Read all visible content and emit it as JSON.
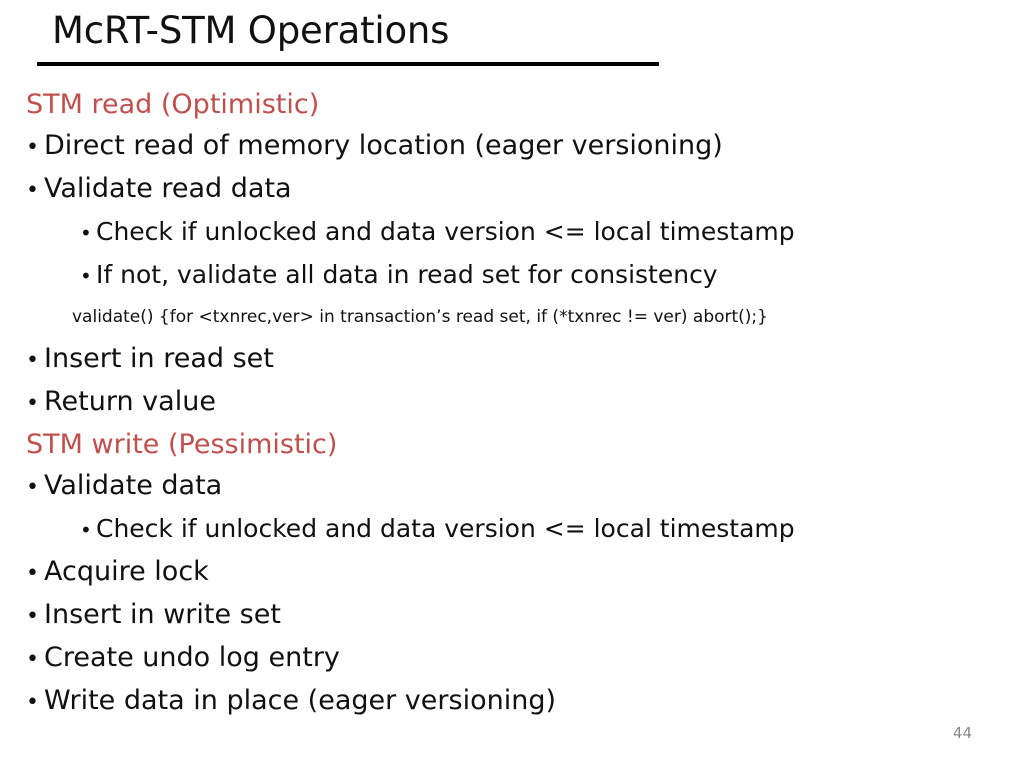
{
  "slide": {
    "title": "McRT-STM Operations",
    "page_number": "44",
    "accent_color": "#C0504D",
    "text_color": "#111111",
    "background_color": "#FFFFFF",
    "bullet_glyph": "•"
  },
  "sections": [
    {
      "heading": "STM read (Optimistic)",
      "items": [
        {
          "level": 1,
          "text": "Direct read of memory location (eager versioning)"
        },
        {
          "level": 1,
          "text": "Validate read data"
        },
        {
          "level": 2,
          "text": "Check if unlocked and data version <= local timestamp"
        },
        {
          "level": 2,
          "text": "If not, validate all data in read set for consistency"
        },
        {
          "level": 0,
          "text": "validate() {for <txnrec,ver> in transaction’s read set, if (*txnrec != ver) abort();}"
        },
        {
          "level": 1,
          "text": "Insert in read set"
        },
        {
          "level": 1,
          "text": "Return value"
        }
      ]
    },
    {
      "heading": "STM write (Pessimistic)",
      "items": [
        {
          "level": 1,
          "text": "Validate data"
        },
        {
          "level": 2,
          "text": "Check if unlocked and data version <= local timestamp"
        },
        {
          "level": 1,
          "text": "Acquire lock"
        },
        {
          "level": 1,
          "text": "Insert in write set"
        },
        {
          "level": 1,
          "text": "Create undo log entry"
        },
        {
          "level": 1,
          "text": "Write data in place (eager versioning)"
        }
      ]
    }
  ]
}
